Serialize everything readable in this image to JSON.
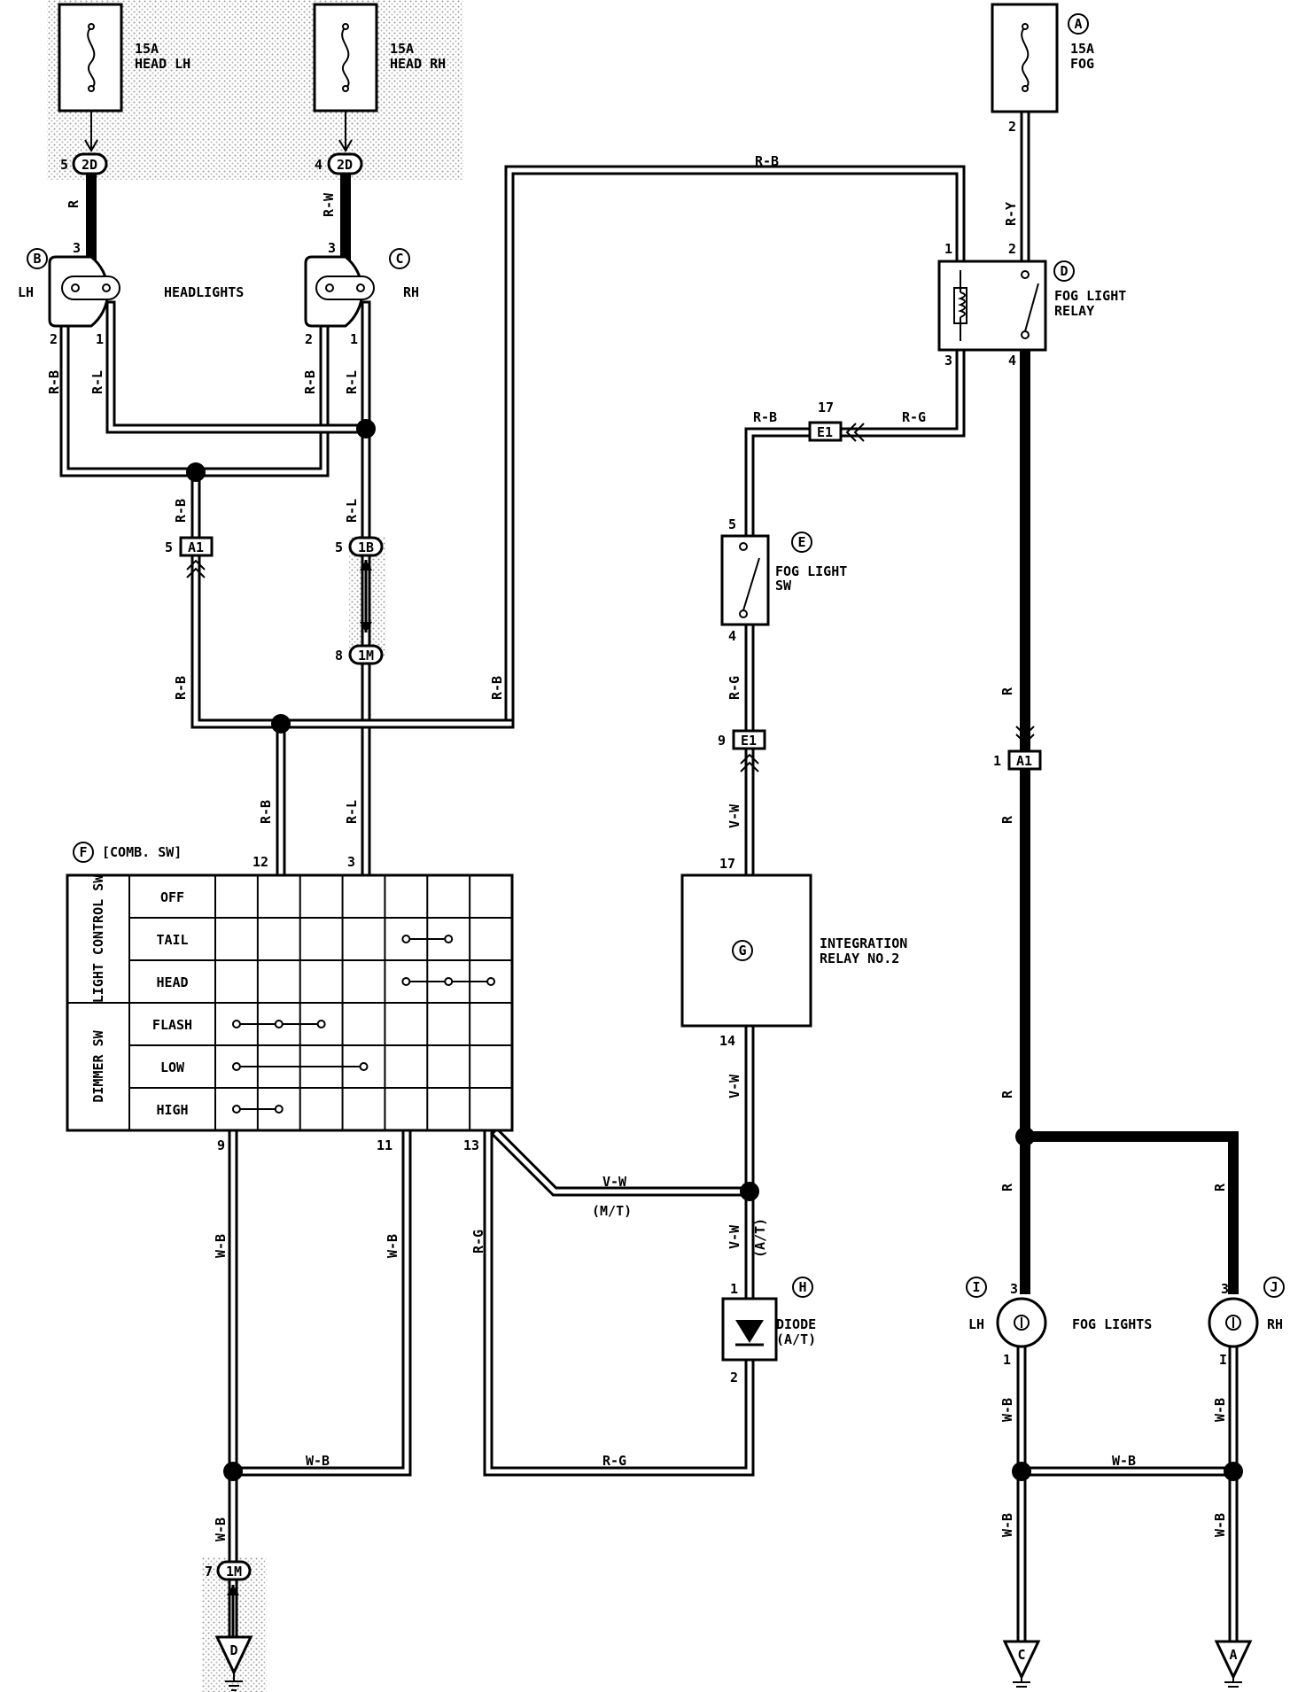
{
  "components": {
    "fuse_head_lh": {
      "letter": "",
      "rating": "15A",
      "name": "HEAD LH"
    },
    "fuse_head_rh": {
      "letter": "",
      "rating": "15A",
      "name": "HEAD RH"
    },
    "fuse_fog": {
      "letter": "A",
      "rating": "15A",
      "name": "FOG"
    },
    "headlight_lh": {
      "letter": "B",
      "side": "LH"
    },
    "headlight_rh": {
      "letter": "C",
      "side": "RH"
    },
    "headlights_title": "HEADLIGHTS",
    "fog_relay": {
      "letter": "D",
      "name_line1": "FOG LIGHT",
      "name_line2": "RELAY"
    },
    "fog_switch": {
      "letter": "E",
      "name_line1": "FOG LIGHT",
      "name_line2": "SW"
    },
    "comb_switch": {
      "letter": "F",
      "name": "[COMB. SW]"
    },
    "integration_relay": {
      "letter": "G",
      "name_line1": "INTEGRATION",
      "name_line2": "RELAY NO.2"
    },
    "diode": {
      "letter": "H",
      "name_line1": "DIODE",
      "name_line2": "(A/T)"
    },
    "fog_lh": {
      "letter": "I",
      "side": "LH"
    },
    "fog_rh": {
      "letter": "J",
      "side": "RH"
    },
    "fog_title": "FOG LIGHTS"
  },
  "connectors": {
    "c2d_a": "2D",
    "c2d_b": "2D",
    "a1_left": "A1",
    "c1b": "1B",
    "c1m_top": "1M",
    "e1_top": "E1",
    "e1_mid": "E1",
    "a1_right": "A1",
    "c1m_bottom": "1M"
  },
  "grounds": {
    "left": "D",
    "center": "C",
    "right": "A"
  },
  "wire_colors": {
    "r": "R",
    "r_w": "R-W",
    "r_b": "R-B",
    "r_l": "R-L",
    "r_y": "R-Y",
    "r_g": "R-G",
    "v_w": "V-W",
    "w_b": "W-B"
  },
  "annotations": {
    "mt": "(M/T)",
    "at": "(A/T)"
  },
  "pins": {
    "p5": "5",
    "p4": "4",
    "p3": "3",
    "p2": "2",
    "p1": "1",
    "p8": "8",
    "p7": "7",
    "p9": "9",
    "p11": "11",
    "p12": "12",
    "p13": "13",
    "p14": "14",
    "p17": "17",
    "p_i": "I"
  },
  "comb_switch_table": {
    "group1": "LIGHT CONTROL SW",
    "group2": "DIMMER SW",
    "rows": [
      "OFF",
      "TAIL",
      "HEAD",
      "FLASH",
      "LOW",
      "HIGH"
    ]
  }
}
